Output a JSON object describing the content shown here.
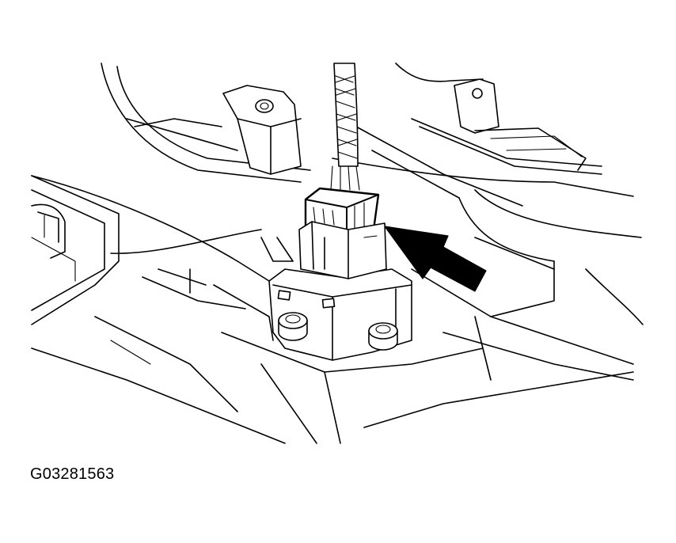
{
  "figure": {
    "id_label": "G03281563",
    "subject": "console-connector",
    "callout": "arrow-pointing-to-electrical-connector"
  },
  "colors": {
    "line": "#000000",
    "background": "#ffffff"
  }
}
